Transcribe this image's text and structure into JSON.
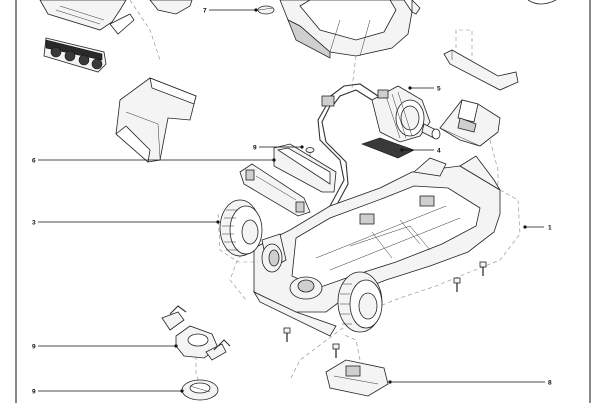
{
  "callouts": [
    {
      "id": "label-1",
      "text": "1"
    },
    {
      "id": "label-3",
      "text": "3"
    },
    {
      "id": "label-4",
      "text": "4"
    },
    {
      "id": "label-5",
      "text": "5"
    },
    {
      "id": "label-6",
      "text": "6"
    },
    {
      "id": "label-7",
      "text": "7"
    },
    {
      "id": "label-8",
      "text": "8"
    },
    {
      "id": "label-9-top",
      "text": "9"
    },
    {
      "id": "label-9-mid",
      "text": "9"
    },
    {
      "id": "label-9-bottom",
      "text": "9"
    }
  ]
}
